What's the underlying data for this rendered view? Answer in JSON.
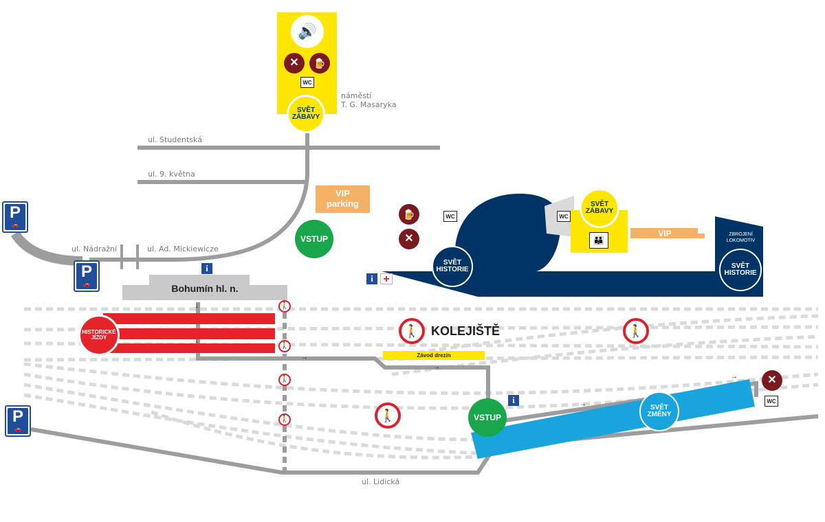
{
  "colors": {
    "yellow": "#ffe600",
    "navy": "#003466",
    "red": "#e5232b",
    "green": "#1aa64a",
    "blue": "#1aa4dd",
    "orange": "#f5b165",
    "road_gray": "#9d9d9f",
    "parking_blue": "#1f4e9c",
    "food_brown": "#7a1a1f"
  },
  "streets": {
    "studentska": "ul. Studentská",
    "devaty_kvetna": "ul. 9. května",
    "nadrazni": "ul. Nádražní",
    "mickiewicze": "ul. Ad. Mickiewicze",
    "lidicka": "ul. Lidická",
    "namesti_line1": "náměstí",
    "namesti_line2": "T. G. Masaryka"
  },
  "zones": {
    "svet_zabavy": {
      "line1": "SVĚT",
      "line2": "ZÁBAVY"
    },
    "svet_historie": {
      "line1": "SVĚT",
      "line2": "HISTORIE"
    },
    "svet_zmeny": {
      "line1": "SVĚT",
      "line2": "ZMĚNY"
    },
    "historicke_jizdy": {
      "line1": "HISTORICKÉ",
      "line2": "JÍZDY"
    }
  },
  "labels": {
    "vip_parking_line1": "VIP",
    "vip_parking_line2": "parking",
    "vstup": "VSTUP",
    "vip": "VIP",
    "station": "Bohumín hl. n.",
    "kolejiste": "KOLEJIŠTĚ",
    "zavod_drezin": "Závod drezín",
    "zbrojeni_line1": "ZBROJENÍ",
    "zbrojeni_line2": "LOKOMOTIV",
    "wc": "WC",
    "parking": "P",
    "info": "i",
    "first_aid": "+"
  },
  "icons": {
    "speaker": "🔊",
    "food": "✕",
    "beer": "🍺",
    "pedestrian": "🚶",
    "family": "👪",
    "car": "🚗",
    "arrow_right": "→",
    "arrow_down": "↓"
  }
}
